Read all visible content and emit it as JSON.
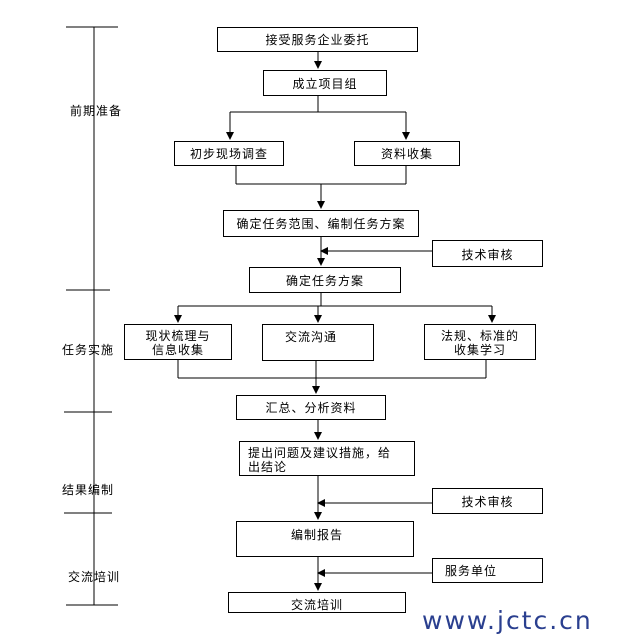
{
  "phases": {
    "prep": "前期准备",
    "implement": "任务实施",
    "results": "结果编制",
    "training": "交流培训"
  },
  "nodes": {
    "accept_commission": "接受服务企业委托",
    "form_team": "成立项目组",
    "site_survey": "初步现场调查",
    "data_collection": "资料收集",
    "scope_plan": "确定任务范围、编制任务方案",
    "tech_review_1": "技术审核",
    "confirm_plan": "确定任务方案",
    "status_review_l1": "现状梳理与",
    "status_review_l2": "信息收集",
    "communication": "交流沟通",
    "regulations_l1": "法规、标准的",
    "regulations_l2": "收集学习",
    "summary_analysis": "汇总、分析资料",
    "issues_l1": "提出问题及建议措施，给",
    "issues_l2": "出结论",
    "tech_review_2": "技术审核",
    "compile_report": "编制报告",
    "service_unit": "服务单位",
    "exchange_training": "交流培训"
  },
  "watermark": "www.jctc.cn"
}
